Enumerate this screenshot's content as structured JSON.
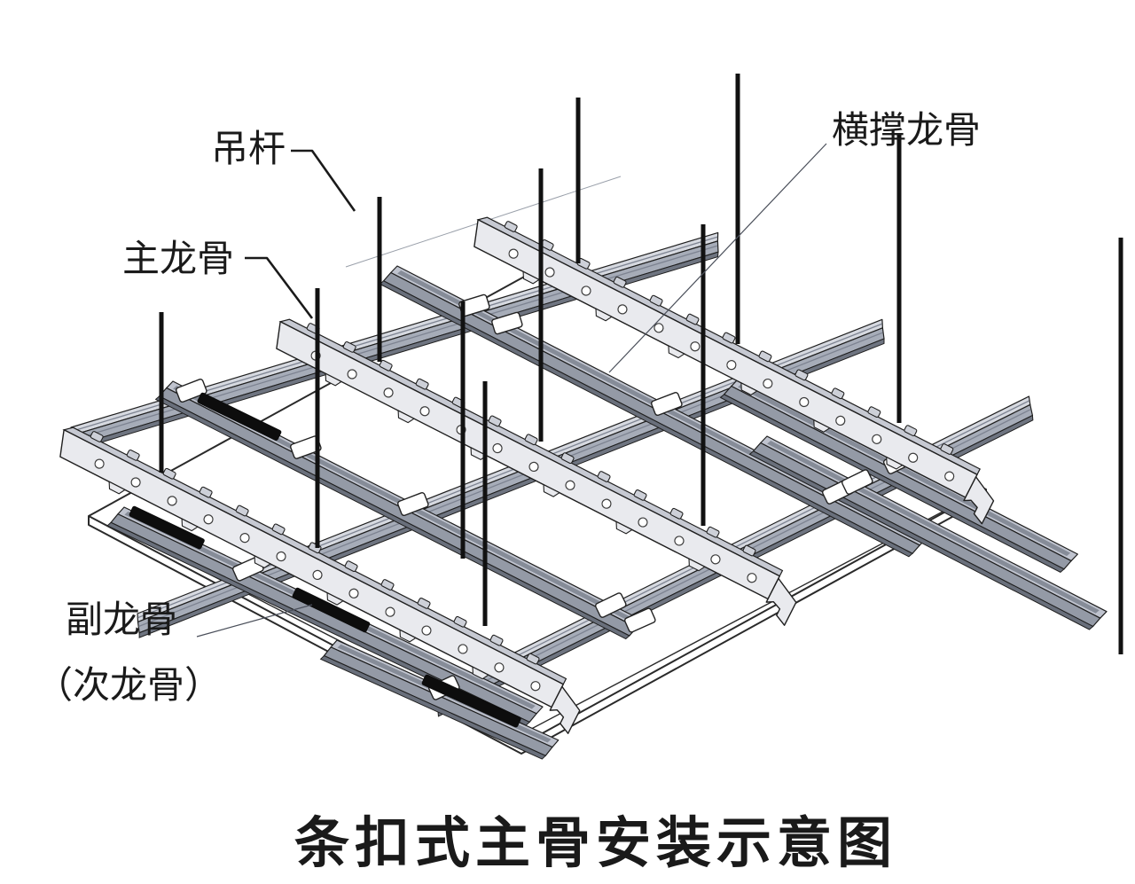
{
  "diagram": {
    "type": "isometric-construction-illustration",
    "title": "条扣式主骨安装示意图",
    "labels": {
      "hanger_rod": "吊杆",
      "main_keel": "主龙骨",
      "cross_brace_keel": "横撑龙骨",
      "secondary_keel_line1": "副龙骨",
      "secondary_keel_line2": "（次龙骨）"
    },
    "visible_parts": {
      "hanger_rods": 11,
      "main_keels": 3,
      "secondary_channels": 3,
      "cross_brace_channels": 6,
      "connector_clips": 13,
      "black_insert_strips": 4,
      "ceiling_panel": 1
    },
    "colors": {
      "background": "#ffffff",
      "line": "#1f1f1f",
      "keel_web": "#e9eaee",
      "keel_edge": "#c6c9d2",
      "channel_top": "#d6d9e0",
      "channel_front": "#a6acb8",
      "brace_top": "#bfc3ce",
      "brace_stripe": "#868c98",
      "hanger_rod": "#111111",
      "connector_clip": "#ffffff",
      "insert_strip": "#0d0d0d"
    }
  }
}
